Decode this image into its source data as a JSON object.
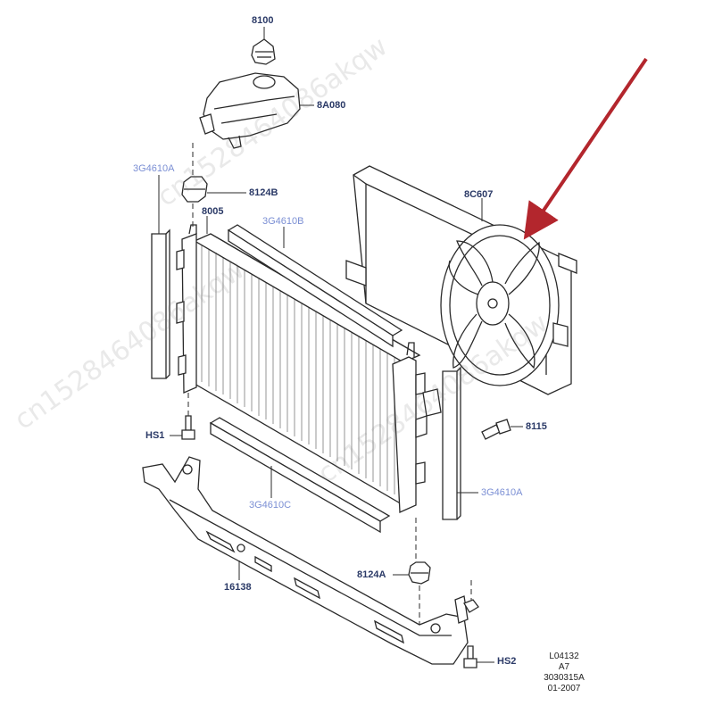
{
  "diagram": {
    "callouts": {
      "c8100": "8100",
      "c8A080": "8A080",
      "c3G4610A_left": "3G4610A",
      "c8124B": "8124B",
      "c8005": "8005",
      "c3G4610B": "3G4610B",
      "c8C607": "8C607",
      "cHS1": "HS1",
      "c8115": "8115",
      "c3G4610A_right": "3G4610A",
      "c3G4610C": "3G4610C",
      "c8124A": "8124A",
      "c16138": "16138",
      "cHS2": "HS2"
    },
    "info_block": {
      "line1": "L04132",
      "line2": "A7",
      "line3": "3030315A",
      "line4": "01-2007"
    },
    "watermark": "cn1528464086akqw",
    "colors": {
      "line": "#2a2a2a",
      "callout_primary": "#2b3a67",
      "callout_reference": "#7b8fd4",
      "arrow": "#b3262d"
    }
  }
}
